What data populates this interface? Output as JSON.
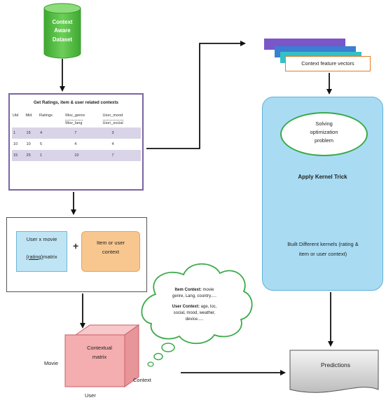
{
  "dataset": {
    "label_lines": [
      "Context",
      "Aware",
      "Dataset"
    ]
  },
  "ratings_table": {
    "title": "Get Ratings, item & user related contexts",
    "headers": [
      {
        "main": "Uid",
        "sub": ""
      },
      {
        "main": "Mid",
        "sub": ""
      },
      {
        "main": "Ratings",
        "sub": ""
      },
      {
        "main": "Mov_genre",
        "sub": "Mov_lang"
      },
      {
        "main": "User_mood",
        "sub": "User_social"
      }
    ],
    "rows": [
      [
        "1",
        "15",
        "4",
        "7",
        "3"
      ],
      [
        "10",
        "10",
        "5",
        "4",
        "4"
      ],
      [
        "15",
        "25",
        "1",
        "10",
        "7"
      ]
    ]
  },
  "matrix_panel": {
    "user_movie_line1": "User x movie",
    "user_movie_rating": "(rating)",
    "user_movie_matrix": "matrix",
    "plus": "+",
    "context_line1": "Item or user",
    "context_line2": "context"
  },
  "cube": {
    "line1": "Contextual",
    "line2": "matrix",
    "left_axis": "Movie",
    "bottom_axis": "User",
    "right_axis": "Context"
  },
  "cloud": {
    "item_label": "Item Context:",
    "item_text1": " movie",
    "item_text2": "genre, Lang, country.....",
    "user_label": "User Context:",
    "user_text1": " age, loc,",
    "user_text2": "social, mood,  weather,",
    "user_text3": "device....."
  },
  "features": {
    "label": "Context  feature vectors"
  },
  "optimization": {
    "line1": "Solving",
    "line2": "optimization",
    "line3": "problem"
  },
  "kernel": {
    "title": "Apply Kernel Trick",
    "built_line1": "Built Different kernels (rating &",
    "built_line2": "item or user context)"
  },
  "predictions": {
    "label": "Predictions"
  },
  "colors": {
    "db_green": "#4fb93f",
    "table_border": "#7a64a3",
    "blue_panel": "#a9dcf3",
    "cube_pink": "#f4aeb0",
    "stack_purple": "#7b56c8",
    "stack_blue": "#3b7fd3",
    "stack_teal": "#33c1c8",
    "feature_border": "#e57c26",
    "ellipse_border": "#3aaa48",
    "kernel_red": "#e0484a"
  }
}
